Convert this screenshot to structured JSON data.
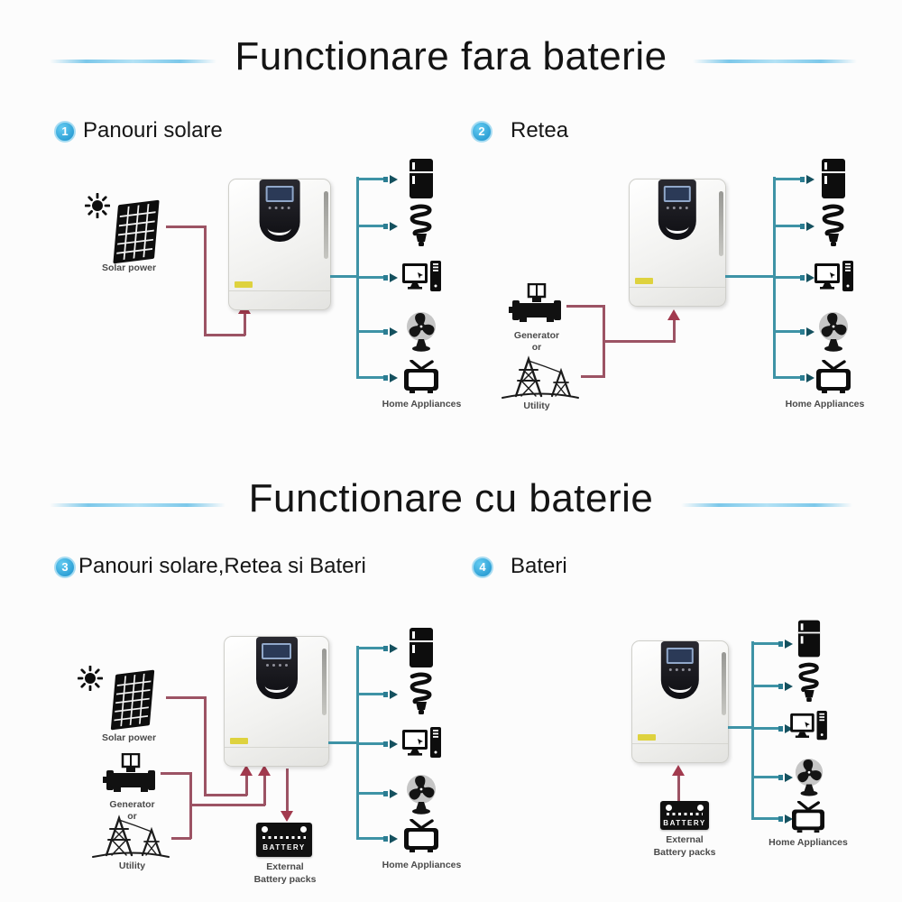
{
  "titles": {
    "no_battery": "Functionare fara baterie",
    "with_battery": "Functionare cu baterie"
  },
  "sections": [
    {
      "number": "1",
      "label": "Panouri solare"
    },
    {
      "number": "2",
      "label": "Retea"
    },
    {
      "number": "3",
      "label": "Panouri solare,Retea si Bateri"
    },
    {
      "number": "4",
      "label": "Bateri"
    }
  ],
  "labels": {
    "solar_power": "Solar power",
    "generator": "Generator",
    "or": "or",
    "utility": "Utility",
    "home_appliances": "Home Appliances",
    "battery": "BATTERY",
    "external_line1": "External",
    "external_line2": "Battery packs"
  },
  "icons": {
    "appliances": [
      "refrigerator-icon",
      "cfl-bulb-icon",
      "computer-icon",
      "fan-icon",
      "tv-icon"
    ],
    "power_sources": [
      "sun-icon",
      "solar-panel-icon",
      "generator-icon",
      "utility-icon",
      "battery-icon"
    ]
  },
  "colors": {
    "badge_blue": "#2ba0d8",
    "title_decor_blue": "#7cc8ea",
    "appliance_line_teal": "#3e93a6",
    "power_line_red": "#9c5364",
    "arrow_red": "#a23a4e",
    "inverter_label_yellow": "#ded23e"
  }
}
